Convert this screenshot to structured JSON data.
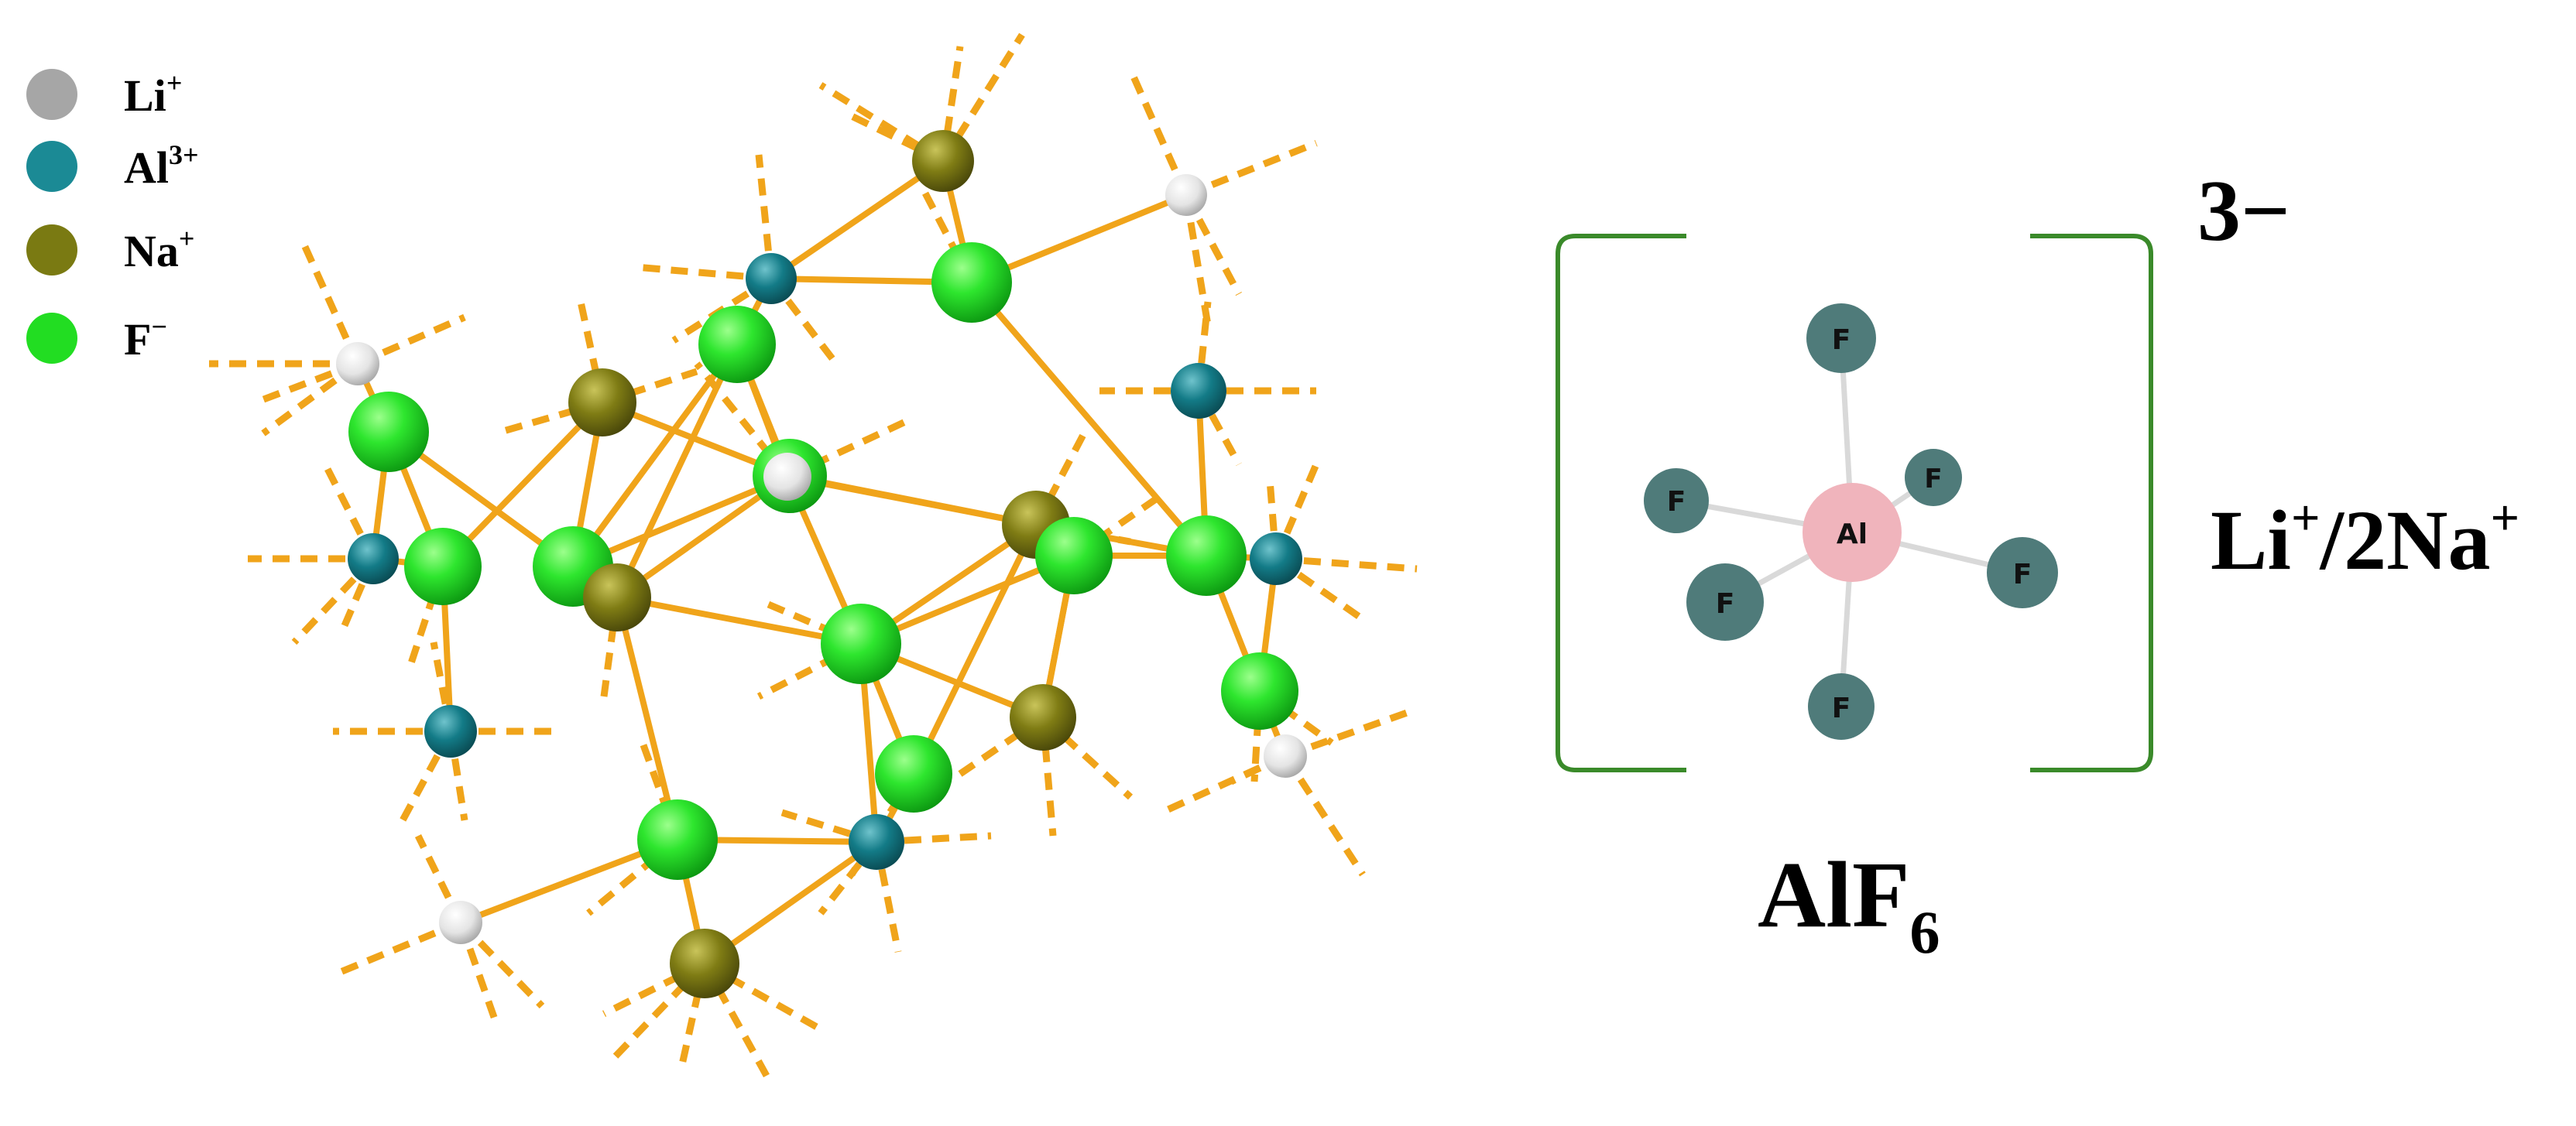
{
  "legend": {
    "items": [
      {
        "ion": "Li",
        "charge": "+",
        "color": "#a6a6a6"
      },
      {
        "ion": "Al",
        "charge": "3+",
        "color": "#1b8a95"
      },
      {
        "ion": "Na",
        "charge": "+",
        "color": "#7a7a12"
      },
      {
        "ion": "F",
        "charge": "−",
        "color": "#22dd22"
      }
    ]
  },
  "lattice": {
    "bond_color": "#f0a41a",
    "atom_colors": {
      "Li": "#eeeeee",
      "Al": "#127a86",
      "Na": "#7c7a12",
      "F": "#2be22b"
    }
  },
  "complex": {
    "charge": "3−",
    "counter_ion": {
      "li": "Li",
      "li_charge": "+",
      "sep": "/2Na",
      "na_charge": "+"
    },
    "formula": {
      "base": "AlF",
      "subscript": "6"
    },
    "center_label": "Al",
    "ligand_label": "F",
    "colors": {
      "center": "#f0b4bc",
      "ligand": "#4f7b7a",
      "bracket": "#3a8a2a",
      "bond": "#d8d8d8"
    }
  }
}
